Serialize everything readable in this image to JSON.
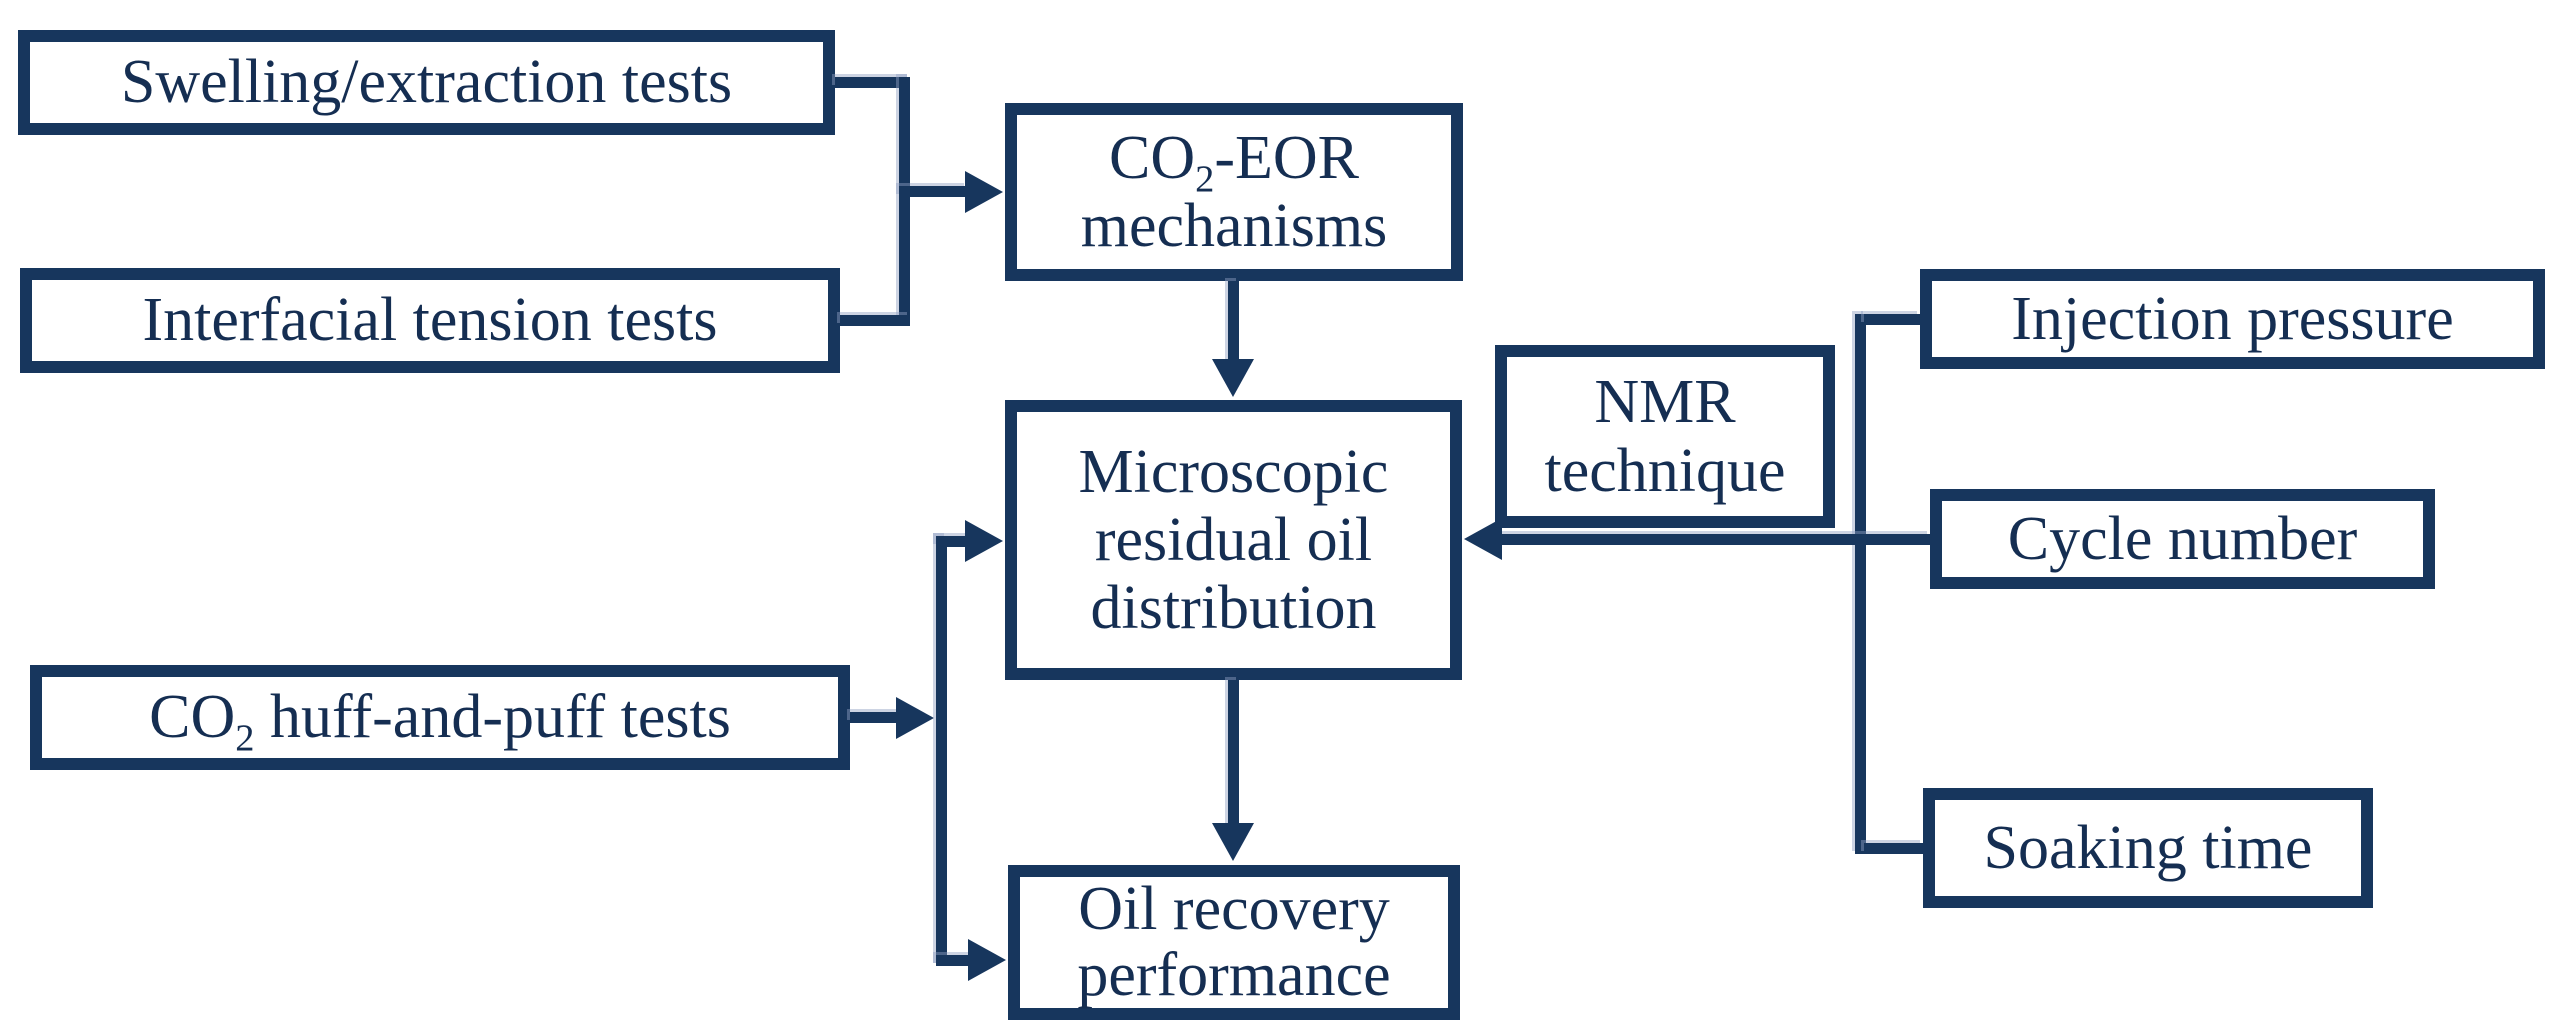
{
  "figure": {
    "type": "flowchart",
    "background": "#ffffff",
    "accent_navy": "#17365d",
    "text_navy": "#152e52",
    "halo_blue": "#90a0c1"
  },
  "boxes": {
    "swelling": {
      "label": "Swelling/extraction tests"
    },
    "interfacial": {
      "label": "Interfacial tension tests"
    },
    "huff": {
      "pre": "CO",
      "sub": "2",
      "post": " huff-and-puff tests"
    },
    "co2_eor": {
      "line1_pre": "CO",
      "line1_sub": "2",
      "line1_post": "-EOR",
      "line2": "mechanisms"
    },
    "micro": {
      "line1": "Microscopic",
      "line2": "residual oil",
      "line3": "distribution"
    },
    "oil": {
      "line1": "Oil recovery",
      "line2": "performance"
    },
    "nmr": {
      "line1": "NMR",
      "line2": "technique"
    },
    "injection": {
      "label": "Injection pressure"
    },
    "cycle": {
      "label": "Cycle number"
    },
    "soaking": {
      "label": "Soaking time"
    }
  },
  "edges": [
    {
      "from": "Swelling/extraction tests",
      "to": "CO2-EOR mechanisms"
    },
    {
      "from": "Interfacial tension tests",
      "to": "CO2-EOR mechanisms"
    },
    {
      "from": "CO2-EOR mechanisms",
      "to": "Microscopic residual oil distribution"
    },
    {
      "from": "CO2 huff-and-puff tests",
      "to": "Microscopic residual oil distribution"
    },
    {
      "from": "CO2 huff-and-puff tests",
      "to": "Oil recovery performance"
    },
    {
      "from": "Microscopic residual oil distribution",
      "to": "Oil recovery performance"
    },
    {
      "from": "Injection pressure",
      "to": "NMR technique arrow"
    },
    {
      "from": "Cycle number",
      "to": "NMR technique arrow"
    },
    {
      "from": "Soaking time",
      "to": "NMR technique arrow"
    },
    {
      "from": "NMR technique",
      "to": "Microscopic residual oil distribution"
    }
  ]
}
